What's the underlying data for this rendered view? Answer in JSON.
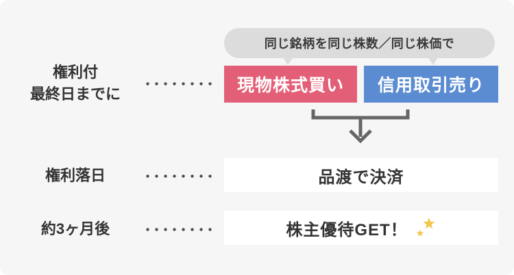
{
  "bubble": {
    "label": "同じ銘柄を同じ株数／同じ株価で"
  },
  "timeline": [
    {
      "label_lines": [
        "権利付",
        "最終日までに"
      ]
    },
    {
      "label_lines": [
        "権利落日"
      ]
    },
    {
      "label_lines": [
        "約3ヶ月後"
      ]
    }
  ],
  "actions": {
    "buy": {
      "label": "現物株式買い",
      "color": "#e35f77"
    },
    "sell": {
      "label": "信用取引売り",
      "color": "#5b8cd1"
    }
  },
  "results": {
    "settlement": {
      "label": "品渡で決済"
    },
    "reward": {
      "label": "株主優待GET！"
    }
  },
  "icons": {
    "merge_arrow": "bracket-down-arrow",
    "sparkle": "two-gold-stars"
  },
  "colors": {
    "card_bg": "#f6f6f6",
    "bubble_bg": "#dcdcdc",
    "buy_box": "#e35f77",
    "sell_box": "#5b8cd1",
    "arrow": "#666666",
    "dots": "#4d4d4d",
    "text_dark": "#333333",
    "star": "#f0c84b"
  }
}
